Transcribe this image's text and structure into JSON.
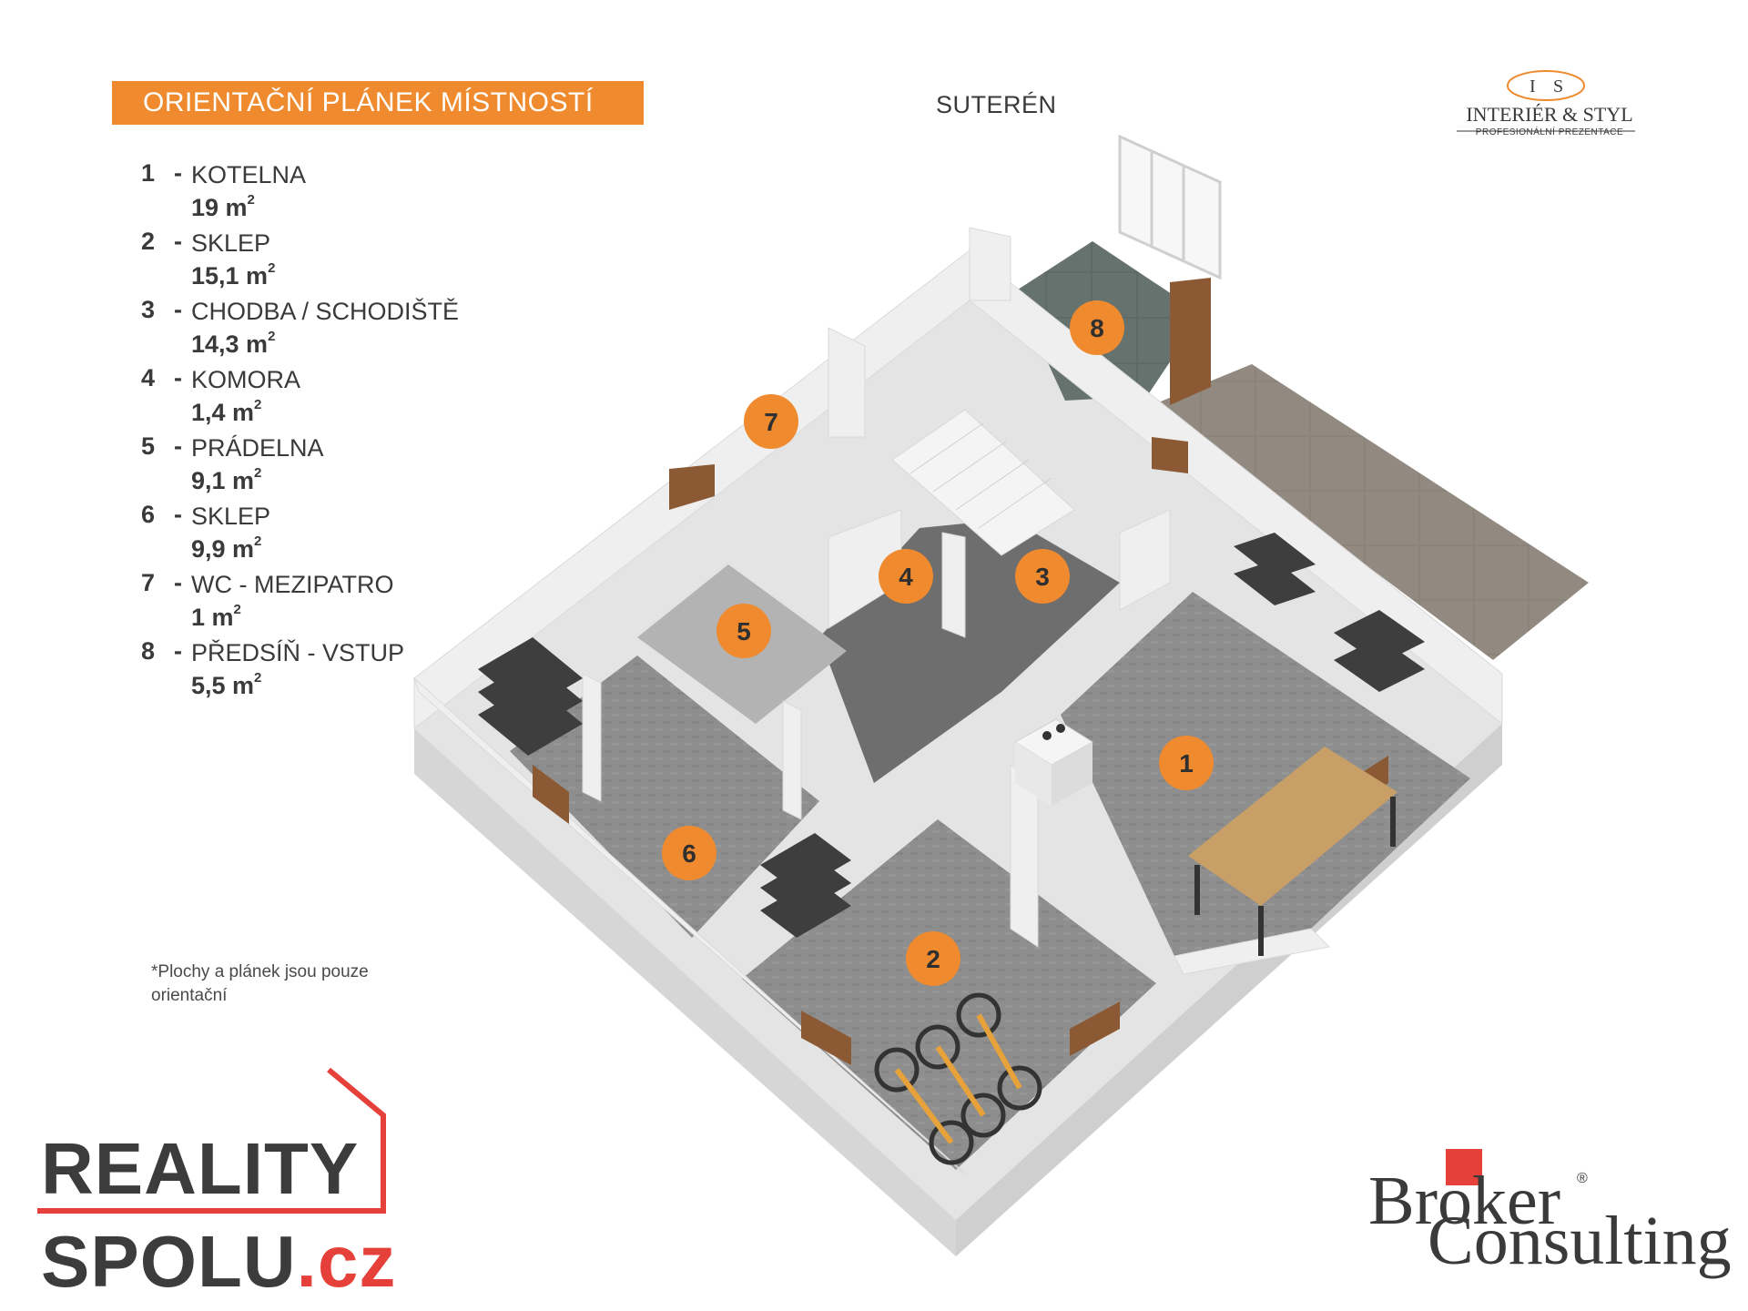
{
  "title": "ORIENTAČNÍ PLÁNEK MÍSTNOSTÍ",
  "floor": "SUTERÉN",
  "rooms": [
    {
      "num": "1",
      "name": "KOTELNA",
      "area": "19 m",
      "unit_sup": "2"
    },
    {
      "num": "2",
      "name": "SKLEP",
      "area": "15,1 m",
      "unit_sup": "2"
    },
    {
      "num": "3",
      "name": "CHODBA / SCHODIŠTĚ",
      "area": "14,3 m",
      "unit_sup": "2"
    },
    {
      "num": "4",
      "name": "KOMORA",
      "area": "1,4 m",
      "unit_sup": "2"
    },
    {
      "num": "5",
      "name": "PRÁDELNA",
      "area": "9,1 m",
      "unit_sup": "2"
    },
    {
      "num": "6",
      "name": "SKLEP",
      "area": "9,9 m",
      "unit_sup": "2"
    },
    {
      "num": "7",
      "name": "WC - MEZIPATRO",
      "area": "1 m",
      "unit_sup": "2"
    },
    {
      "num": "8",
      "name": "PŘEDSÍŇ - VSTUP",
      "area": "5,5 m",
      "unit_sup": "2"
    }
  ],
  "legend_dash": "-",
  "note": "*Plochy  a plánek jsou pouze orientační",
  "logos": {
    "reality_line1": "REALITY",
    "reality_line2": "SPOLU",
    "reality_tld": ".cz",
    "is_monogram_left": "I",
    "is_monogram_right": "S",
    "is_name": "INTERIÉR & STYL",
    "is_tagline": "PROFESIONÁLNÍ PREZENTACE",
    "broker_line1": "Broker",
    "broker_line2": "Consulting",
    "broker_reg": "®"
  },
  "colors": {
    "accent": "#f08a2e",
    "wall": "#ececec",
    "floor_gray": "#8d8d8d",
    "tile": "#8a8278",
    "red": "#e5403a"
  }
}
